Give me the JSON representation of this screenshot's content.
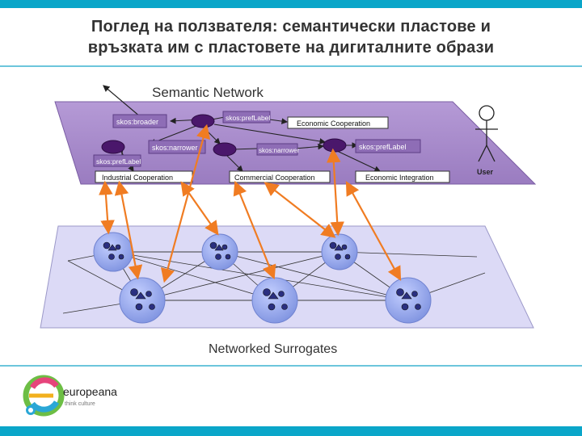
{
  "slide": {
    "title_line1": "Поглед на ползвателя: семантически пластове и",
    "title_line2": "връзката им с пластовете на дигиталните образи"
  },
  "diagram": {
    "top_layer_title": "Semantic Network",
    "bottom_layer_title": "Networked Surrogates",
    "user_label": "User",
    "relation_labels": {
      "broader": "skos:broader",
      "narrower_left": "skos:narrower",
      "narrower_right": "skos:narrower",
      "preflabel_top": "skos:prefLabel",
      "preflabel_right": "skos:prefLabel",
      "preflabel_left": "skos:prefLabel"
    },
    "concepts": {
      "economic_cooperation": "Economic Cooperation",
      "industrial_cooperation": "Industrial Cooperation",
      "commercial_cooperation": "Commercial Cooperation",
      "economic_integration": "Economic Integration"
    },
    "colors": {
      "top_plane": "#a98bcb",
      "bottom_plane": "#d8d6f5",
      "node": "#4a176b",
      "link_arrow": "#f07c22",
      "cluster": "#8fa3e8"
    }
  },
  "logo": {
    "name": "europeana",
    "tagline": "think culture"
  }
}
